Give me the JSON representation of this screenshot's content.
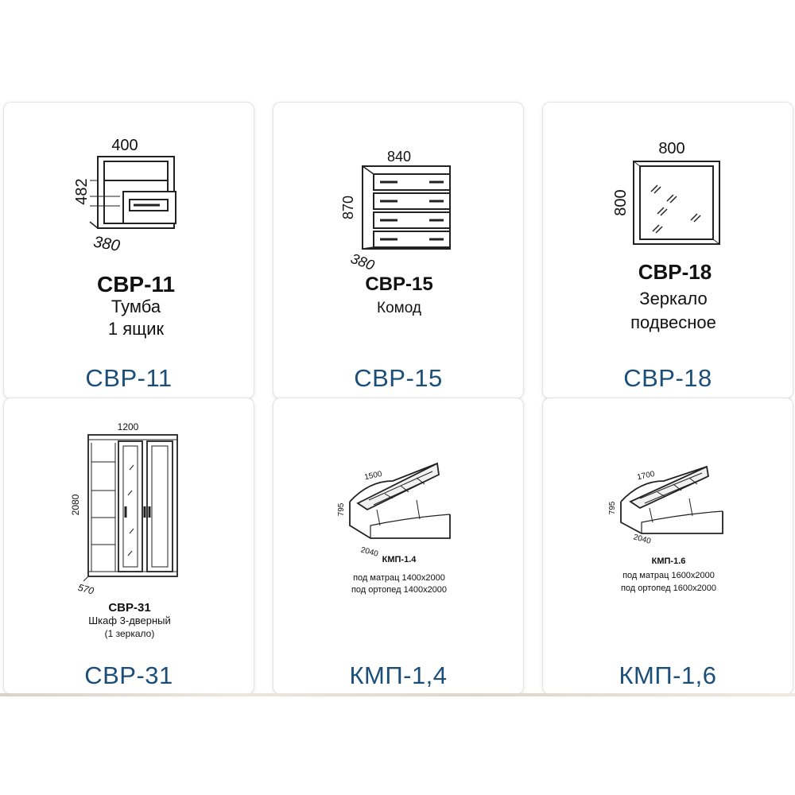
{
  "products": [
    {
      "caption": "СВР-11",
      "model": "СВР-11",
      "desc1": "Тумба",
      "desc2": "1 ящик",
      "dims": {
        "w": "400",
        "h": "482",
        "d": "380"
      }
    },
    {
      "caption": "СВР-15",
      "model": "СВР-15",
      "desc1": "Комод",
      "dims": {
        "w": "840",
        "h": "870",
        "d": "380"
      }
    },
    {
      "caption": "СВР-18",
      "model": "СВР-18",
      "desc1": "Зеркало",
      "desc2": "подвесное",
      "dims": {
        "w": "800",
        "h": "800"
      }
    },
    {
      "caption": "СВР-31",
      "model": "СВР-31",
      "desc1": "Шкаф 3-дверный",
      "desc2": "(1 зеркало)",
      "dims": {
        "w": "1200",
        "h": "2080",
        "d": "570"
      }
    },
    {
      "caption": "КМП-1,4",
      "model": "КМП-1.4",
      "desc1": "под матрац 1400x2000",
      "desc2": "под ортопед 1400x2000",
      "dims": {
        "w": "1500",
        "h": "795",
        "d": "2040"
      }
    },
    {
      "caption": "КМП-1,6",
      "model": "КМП-1.6",
      "desc1": "под матрац 1600x2000",
      "desc2": "под ортопед 1600x2000",
      "dims": {
        "w": "1700",
        "h": "795",
        "d": "2040"
      }
    }
  ]
}
